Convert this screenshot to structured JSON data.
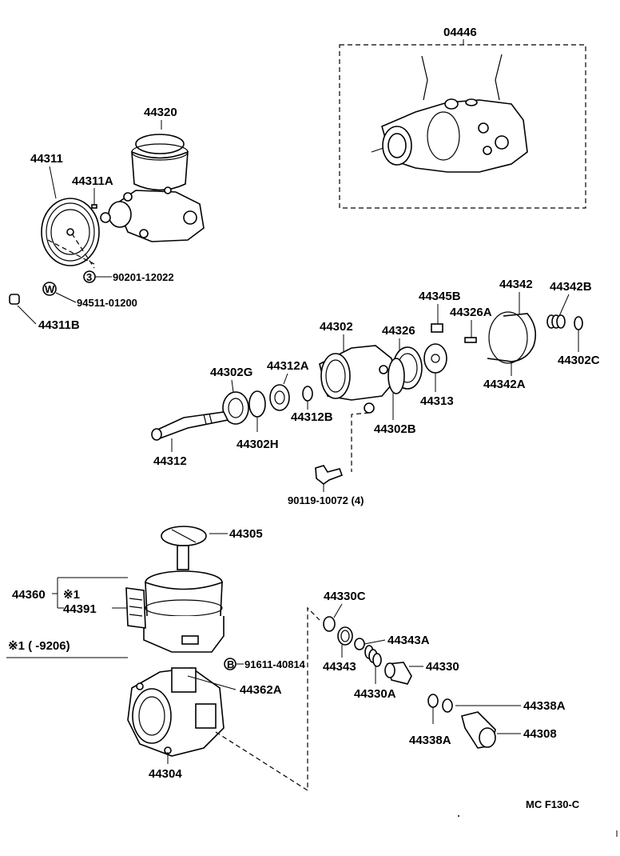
{
  "labels": {
    "p04446": "04446",
    "p44320": "44320",
    "p44311": "44311",
    "p44311A": "44311A",
    "p90201": "90201-12022",
    "p94511": "94511-01200",
    "p44311B": "44311B",
    "p44345B": "44345B",
    "p44342": "44342",
    "p44342B": "44342B",
    "p44326A": "44326A",
    "p44302": "44302",
    "p44326": "44326",
    "p44302C": "44302C",
    "p44342A": "44342A",
    "p44302G": "44302G",
    "p44312A": "44312A",
    "p44313": "44313",
    "p44312B": "44312B",
    "p44302H": "44302H",
    "p44302B": "44302B",
    "p44312": "44312",
    "p90119": "90119-10072 (4)",
    "p44305": "44305",
    "p44360": "44360",
    "p44391": "44391",
    "p44330C": "44330C",
    "p44343A": "44343A",
    "p91611": "91611-40814",
    "p44343": "44343",
    "p44330": "44330",
    "p44362A": "44362A",
    "p44330A": "44330A",
    "p44338A_r": "44338A",
    "p44338A_l": "44338A",
    "p44308": "44308",
    "p44304": "44304"
  },
  "note": {
    "mark": "※1",
    "date_range": "※1 (      -9206)"
  },
  "markers": {
    "nut": "3",
    "washer": "W",
    "bolt": "B"
  },
  "footer": {
    "code": "MC F130-C"
  }
}
